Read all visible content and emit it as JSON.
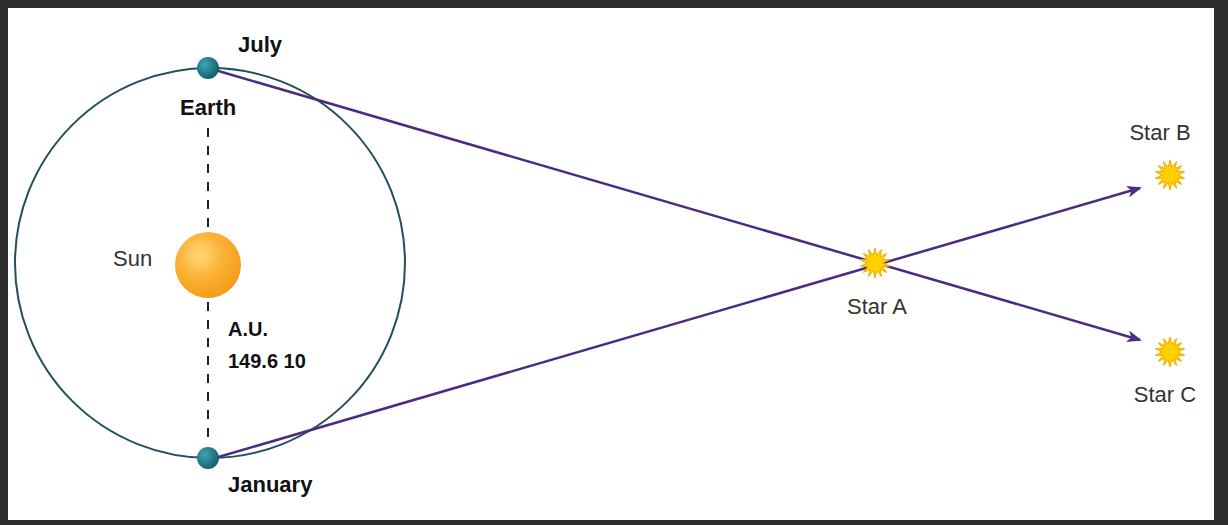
{
  "diagram": {
    "labels": [
      "July",
      "Earth",
      "Star B",
      "Sun",
      "Star A",
      "A.U.",
      "149.6 10",
      "Star C",
      "January"
    ]
  }
}
